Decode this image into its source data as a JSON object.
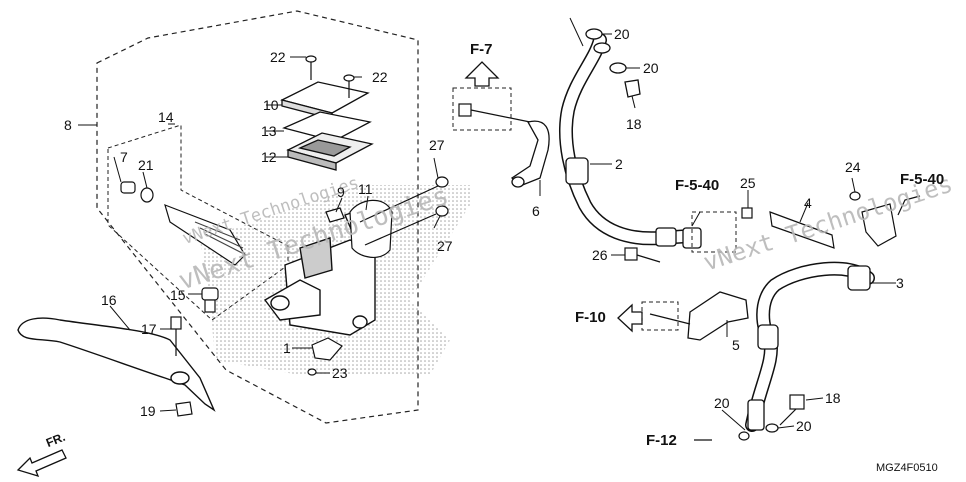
{
  "diagram": {
    "code": "MGZ4F0510",
    "direction": "FR.",
    "watermarks": [
      "vNext Technologies",
      "vNext Technologies",
      "vNext Technologies"
    ],
    "refs": {
      "f7": "F-7",
      "f540_a": "F-5-40",
      "f540_b": "F-5-40",
      "f10": "F-10",
      "f12": "F-12"
    },
    "labels": {
      "p1": "1",
      "p2": "2",
      "p3": "3",
      "p4": "4",
      "p5": "5",
      "p6": "6",
      "p7": "7",
      "p8": "8",
      "p9": "9",
      "p10": "10",
      "p11": "11",
      "p12": "12",
      "p13": "13",
      "p14": "14",
      "p15": "15",
      "p16": "16",
      "p17": "17",
      "p18a": "18",
      "p18b": "18",
      "p19": "19",
      "p20a": "20",
      "p20b": "20",
      "p20c": "20",
      "p20d": "20",
      "p21": "21",
      "p22a": "22",
      "p22b": "22",
      "p23": "23",
      "p24": "24",
      "p25": "25",
      "p26": "26",
      "p27a": "27",
      "p27b": "27"
    }
  }
}
